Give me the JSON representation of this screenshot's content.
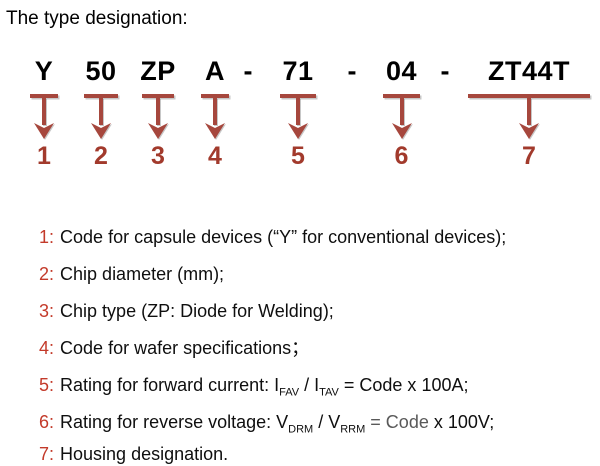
{
  "title": "The type designation:",
  "colors": {
    "legend_number_red": "#c33a2a",
    "diagram_brick_red": "#a6473d",
    "position_number_red": "#a23a2c",
    "muted_text": "#595959",
    "text_black": "#000000",
    "background": "#ffffff"
  },
  "designation": {
    "separator": "-",
    "segments": [
      {
        "code": "Y",
        "num": "1"
      },
      {
        "code": "50",
        "num": "2"
      },
      {
        "code": "ZP",
        "num": "3"
      },
      {
        "code": "A",
        "num": "4"
      },
      {
        "code": "71",
        "num": "5"
      },
      {
        "code": "04",
        "num": "6"
      },
      {
        "code": "ZT44T",
        "num": "7"
      }
    ]
  },
  "legend": {
    "items": [
      {
        "num": "1:",
        "text": "Code for capsule devices (“Y” for conventional devices);"
      },
      {
        "num": "2:",
        "text": "Chip diameter (mm);"
      },
      {
        "num": "3:",
        "text": "Chip type (ZP: Diode for Welding);"
      },
      {
        "num": "4:",
        "text": "Code for wafer specifications；"
      },
      {
        "num": "5:",
        "pre": "Rating for forward current: I",
        "sub1": "FAV",
        "mid": " / I",
        "sub2": "TAV",
        "post": " = Code x 100A;"
      },
      {
        "num": "6:",
        "pre": "Rating for reverse voltage: V",
        "sub1": "DRM",
        "mid": " / V",
        "sub2": "RRM",
        "eq": " = Code",
        "post": " x 100V;"
      },
      {
        "num": "7:",
        "text": "Housing designation."
      }
    ]
  }
}
